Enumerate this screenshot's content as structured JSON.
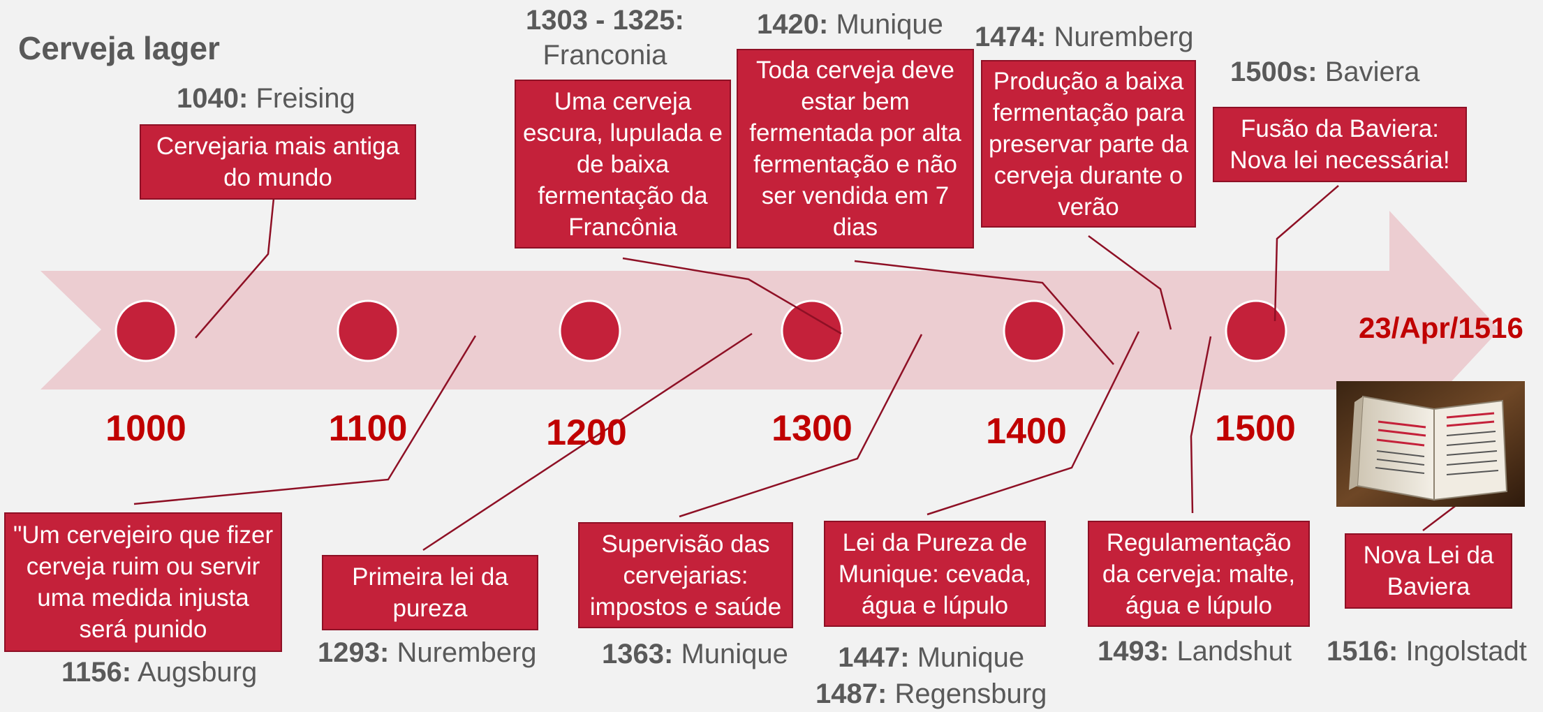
{
  "title": "Cerveja lager",
  "axis_years": [
    "1000",
    "1100",
    "1200",
    "1300",
    "1400",
    "1500"
  ],
  "end_date": "23/Apr/1516",
  "events": {
    "e1040": {
      "year": "1040:",
      "place": "Freising",
      "text": "Cervejaria mais antiga do mundo"
    },
    "e1303": {
      "year": "1303 - 1325:",
      "place": "Franconia",
      "text": "Uma cerveja escura, lupulada e de baixa fermentação da Francônia"
    },
    "e1420": {
      "year": "1420:",
      "place": "Munique",
      "text": "Toda cerveja deve estar bem fermentada por alta fermentação e não ser vendida em 7 dias"
    },
    "e1474": {
      "year": "1474:",
      "place": "Nuremberg",
      "text": "Produção a baixa fermentação para preservar parte da cerveja durante o verão"
    },
    "e1500s": {
      "year": "1500s:",
      "place": "Baviera",
      "text": "Fusão da Baviera: Nova lei necessária!"
    },
    "e1156": {
      "year": "1156:",
      "place": "Augsburg",
      "text": "\"Um cervejeiro que fizer cerveja ruim ou servir uma medida injusta será punido"
    },
    "e1293": {
      "year": "1293:",
      "place": "Nuremberg",
      "text": "Primeira lei da pureza"
    },
    "e1363": {
      "year": "1363:",
      "place": "Munique",
      "text": "Supervisão das cervejarias: impostos e saúde"
    },
    "e1447": {
      "year": "1447:",
      "place": "Munique",
      "year2": "1487:",
      "place2": "Regensburg",
      "text": "Lei da Pureza de Munique: cevada, água e lúpulo"
    },
    "e1493": {
      "year": "1493:",
      "place": "Landshut",
      "text": "Regulamentação da cerveja: malte, água e lúpulo"
    },
    "e1516": {
      "year": "1516:",
      "place": "Ingolstadt",
      "text": "Nova Lei da Baviera"
    }
  },
  "colors": {
    "accent": "#c4213a",
    "year_red": "#c00000",
    "arrow": "#eccdd1",
    "caption": "#595959"
  }
}
